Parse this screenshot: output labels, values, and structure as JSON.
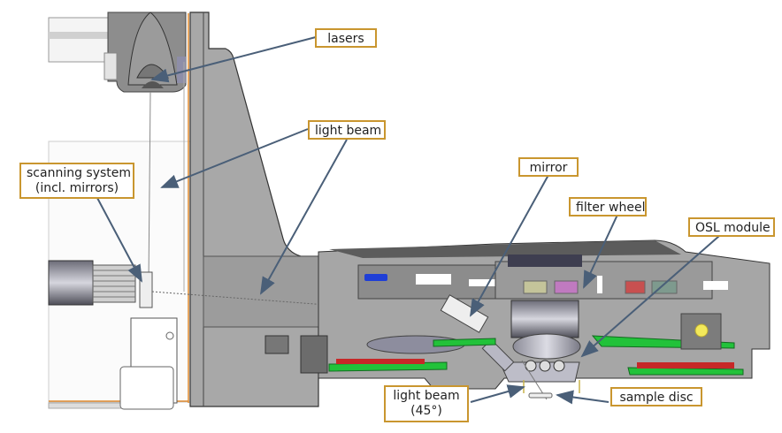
{
  "diagram": {
    "title": "OSL reader cross-section with scanning laser system",
    "colors": {
      "label_border": "#c9962f",
      "arrow": "#4a5f78",
      "body_gray": "#9a9a9a",
      "body_dark": "#5a5a5a",
      "pcb_green": "#22c23a",
      "pcb_red": "#c62828",
      "frame_orange": "#e08a2e",
      "yellow_led": "#f2e85a",
      "blue_part": "#1f3fd6"
    },
    "labels": {
      "lasers": "lasers",
      "light_beam_top": "light beam",
      "scanning_system_line1": "scanning system",
      "scanning_system_line2": "(incl. mirrors)",
      "mirror": "mirror",
      "filter_wheel": "filter wheel",
      "osl_module": "OSL module",
      "light_beam_45_line1": "light beam",
      "light_beam_45_line2": "(45°)",
      "sample_disc": "sample disc"
    }
  }
}
